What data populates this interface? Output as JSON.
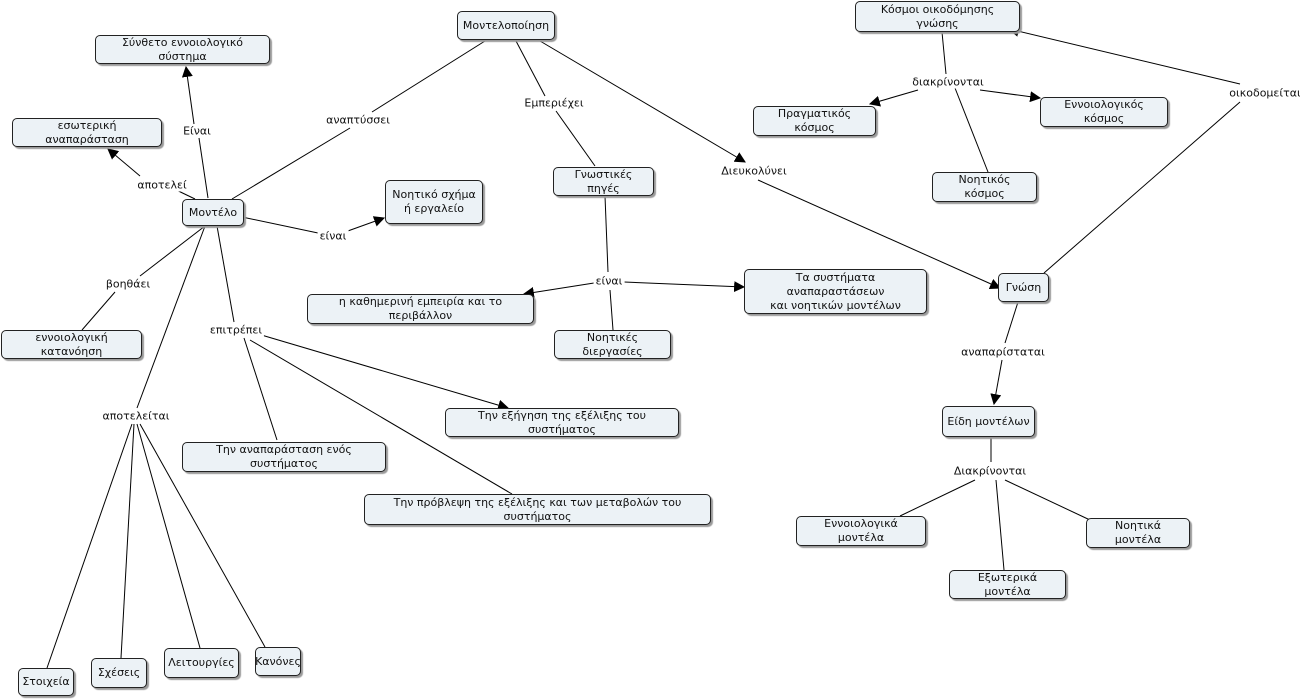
{
  "concepts": {
    "montelo": "Μοντέλο",
    "montelopoiisi": "Μοντελοποίηση",
    "syntheto": "Σύνθετο εννοιολογικό σύστημα",
    "esoteriki": "εσωτερική αναπαράσταση",
    "noitiko_schima": "Νοητικό σχήμα\nή εργαλείο",
    "ennoiologiki_katanoisi": "εννοιολογική κατανόηση",
    "gnostikes_piges": "Γνωστικές πηγές",
    "kathimerini": "η καθημερινή εμπειρία και το περιβάλλον",
    "systimata_anaparastaseon": "Τα συστήματα αναπαραστάσεων\nκαι νοητικών μοντέλων",
    "noitikes_diergasies": "Νοητικές διεργασίες",
    "exigisi": "Την εξήγηση της εξέλιξης του συστήματος",
    "anaparastasi_systimatos": "Την αναπαράσταση ενός συστήματος",
    "provlepsi": "Την πρόβλεψη της εξέλιξης και των μεταβολών του συστήματος",
    "stoixeia": "Στοιχεία",
    "scheseis": "Σχέσεις",
    "leitourgies": "Λειτουργίες",
    "kanones": "Κανόνες",
    "kosmoi": "Κόσμοι οικοδόμησης γνώσης",
    "pragmatikos": "Πραγματικός κόσμος",
    "ennoiologikos_kosmos": "Εννοιολογικός κόσμος",
    "noitikos_kosmos": "Νοητικός κόσμος",
    "gnosi": "Γνώση",
    "eidi_montelon": "Είδη μοντέλων",
    "ennoiologika": "Εννοιολογικά μοντέλα",
    "noitika": "Νοητικά μοντέλα",
    "exoterika": "Εξωτερικά μοντέλα"
  },
  "linking_phrases": {
    "einai_1": "Είναι",
    "apotelei": "αποτελεί",
    "anaptyssei": "αναπτύσσει",
    "einai_2": "είναι",
    "voithaei": "βοηθάει",
    "epitrepei": "επιτρέπει",
    "apoteleitai": "αποτελείται",
    "emperiechei": "Εμπεριέχει",
    "dieukolynei": "Διευκολύνει",
    "einai_3": "είναι",
    "diakrinontai_1": "διακρίνονται",
    "oikodomeitai": "οικοδομείται",
    "anaparistatai": "αναπαρίσταται",
    "diakrinontai_2": "Διακρίνονται"
  },
  "style": {
    "node_fill": "#ecf2f6",
    "line_color": "#000000"
  }
}
